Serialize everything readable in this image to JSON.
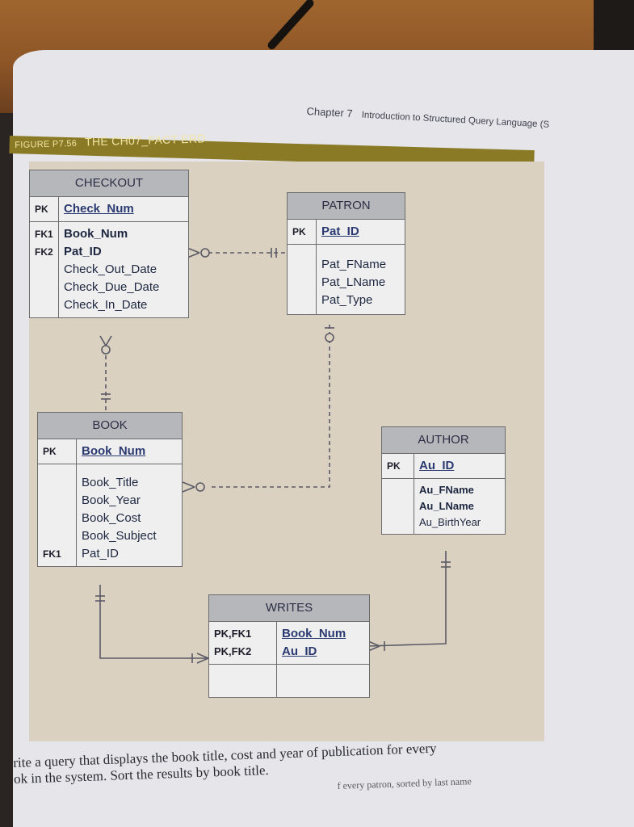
{
  "page": {
    "chapter_label": "Chapter 7",
    "chapter_title": "Introduction to Structured Query Language (S",
    "figure_label": "FIGURE P7.56",
    "figure_title": "THE CH07_FACT ERD"
  },
  "entities": {
    "checkout": {
      "name": "CHECKOUT",
      "pk_label": "PK",
      "pk_attr": "Check_Num",
      "key_labels": [
        "FK1",
        "FK2"
      ],
      "attrs": [
        "Book_Num",
        "Pat_ID",
        "Check_Out_Date",
        "Check_Due_Date",
        "Check_In_Date"
      ]
    },
    "patron": {
      "name": "PATRON",
      "pk_label": "PK",
      "pk_attr": "Pat_ID",
      "attrs": [
        "Pat_FName",
        "Pat_LName",
        "Pat_Type"
      ]
    },
    "book": {
      "name": "BOOK",
      "pk_label": "PK",
      "pk_attr": "Book_Num",
      "fk_label": "FK1",
      "attrs": [
        "Book_Title",
        "Book_Year",
        "Book_Cost",
        "Book_Subject",
        "Pat_ID"
      ]
    },
    "author": {
      "name": "AUTHOR",
      "pk_label": "PK",
      "pk_attr": "Au_ID",
      "attrs": [
        "Au_FName",
        "Au_LName",
        "Au_BirthYear"
      ]
    },
    "writes": {
      "name": "WRITES",
      "key_labels": [
        "PK,FK1",
        "PK,FK2"
      ],
      "pk_attrs": [
        "Book_Num",
        "Au_ID"
      ]
    }
  },
  "text": {
    "question_line1": "rite a query that displays the book title, cost and year of publication for every",
    "question_line2": "ok in the system. Sort the results by book title.",
    "faded_line": "f every patron, sorted by last name"
  },
  "colors": {
    "figure_band": "#8a7a26",
    "entity_header": "#b5b7bb",
    "figure_background": "#dbd1c1"
  }
}
